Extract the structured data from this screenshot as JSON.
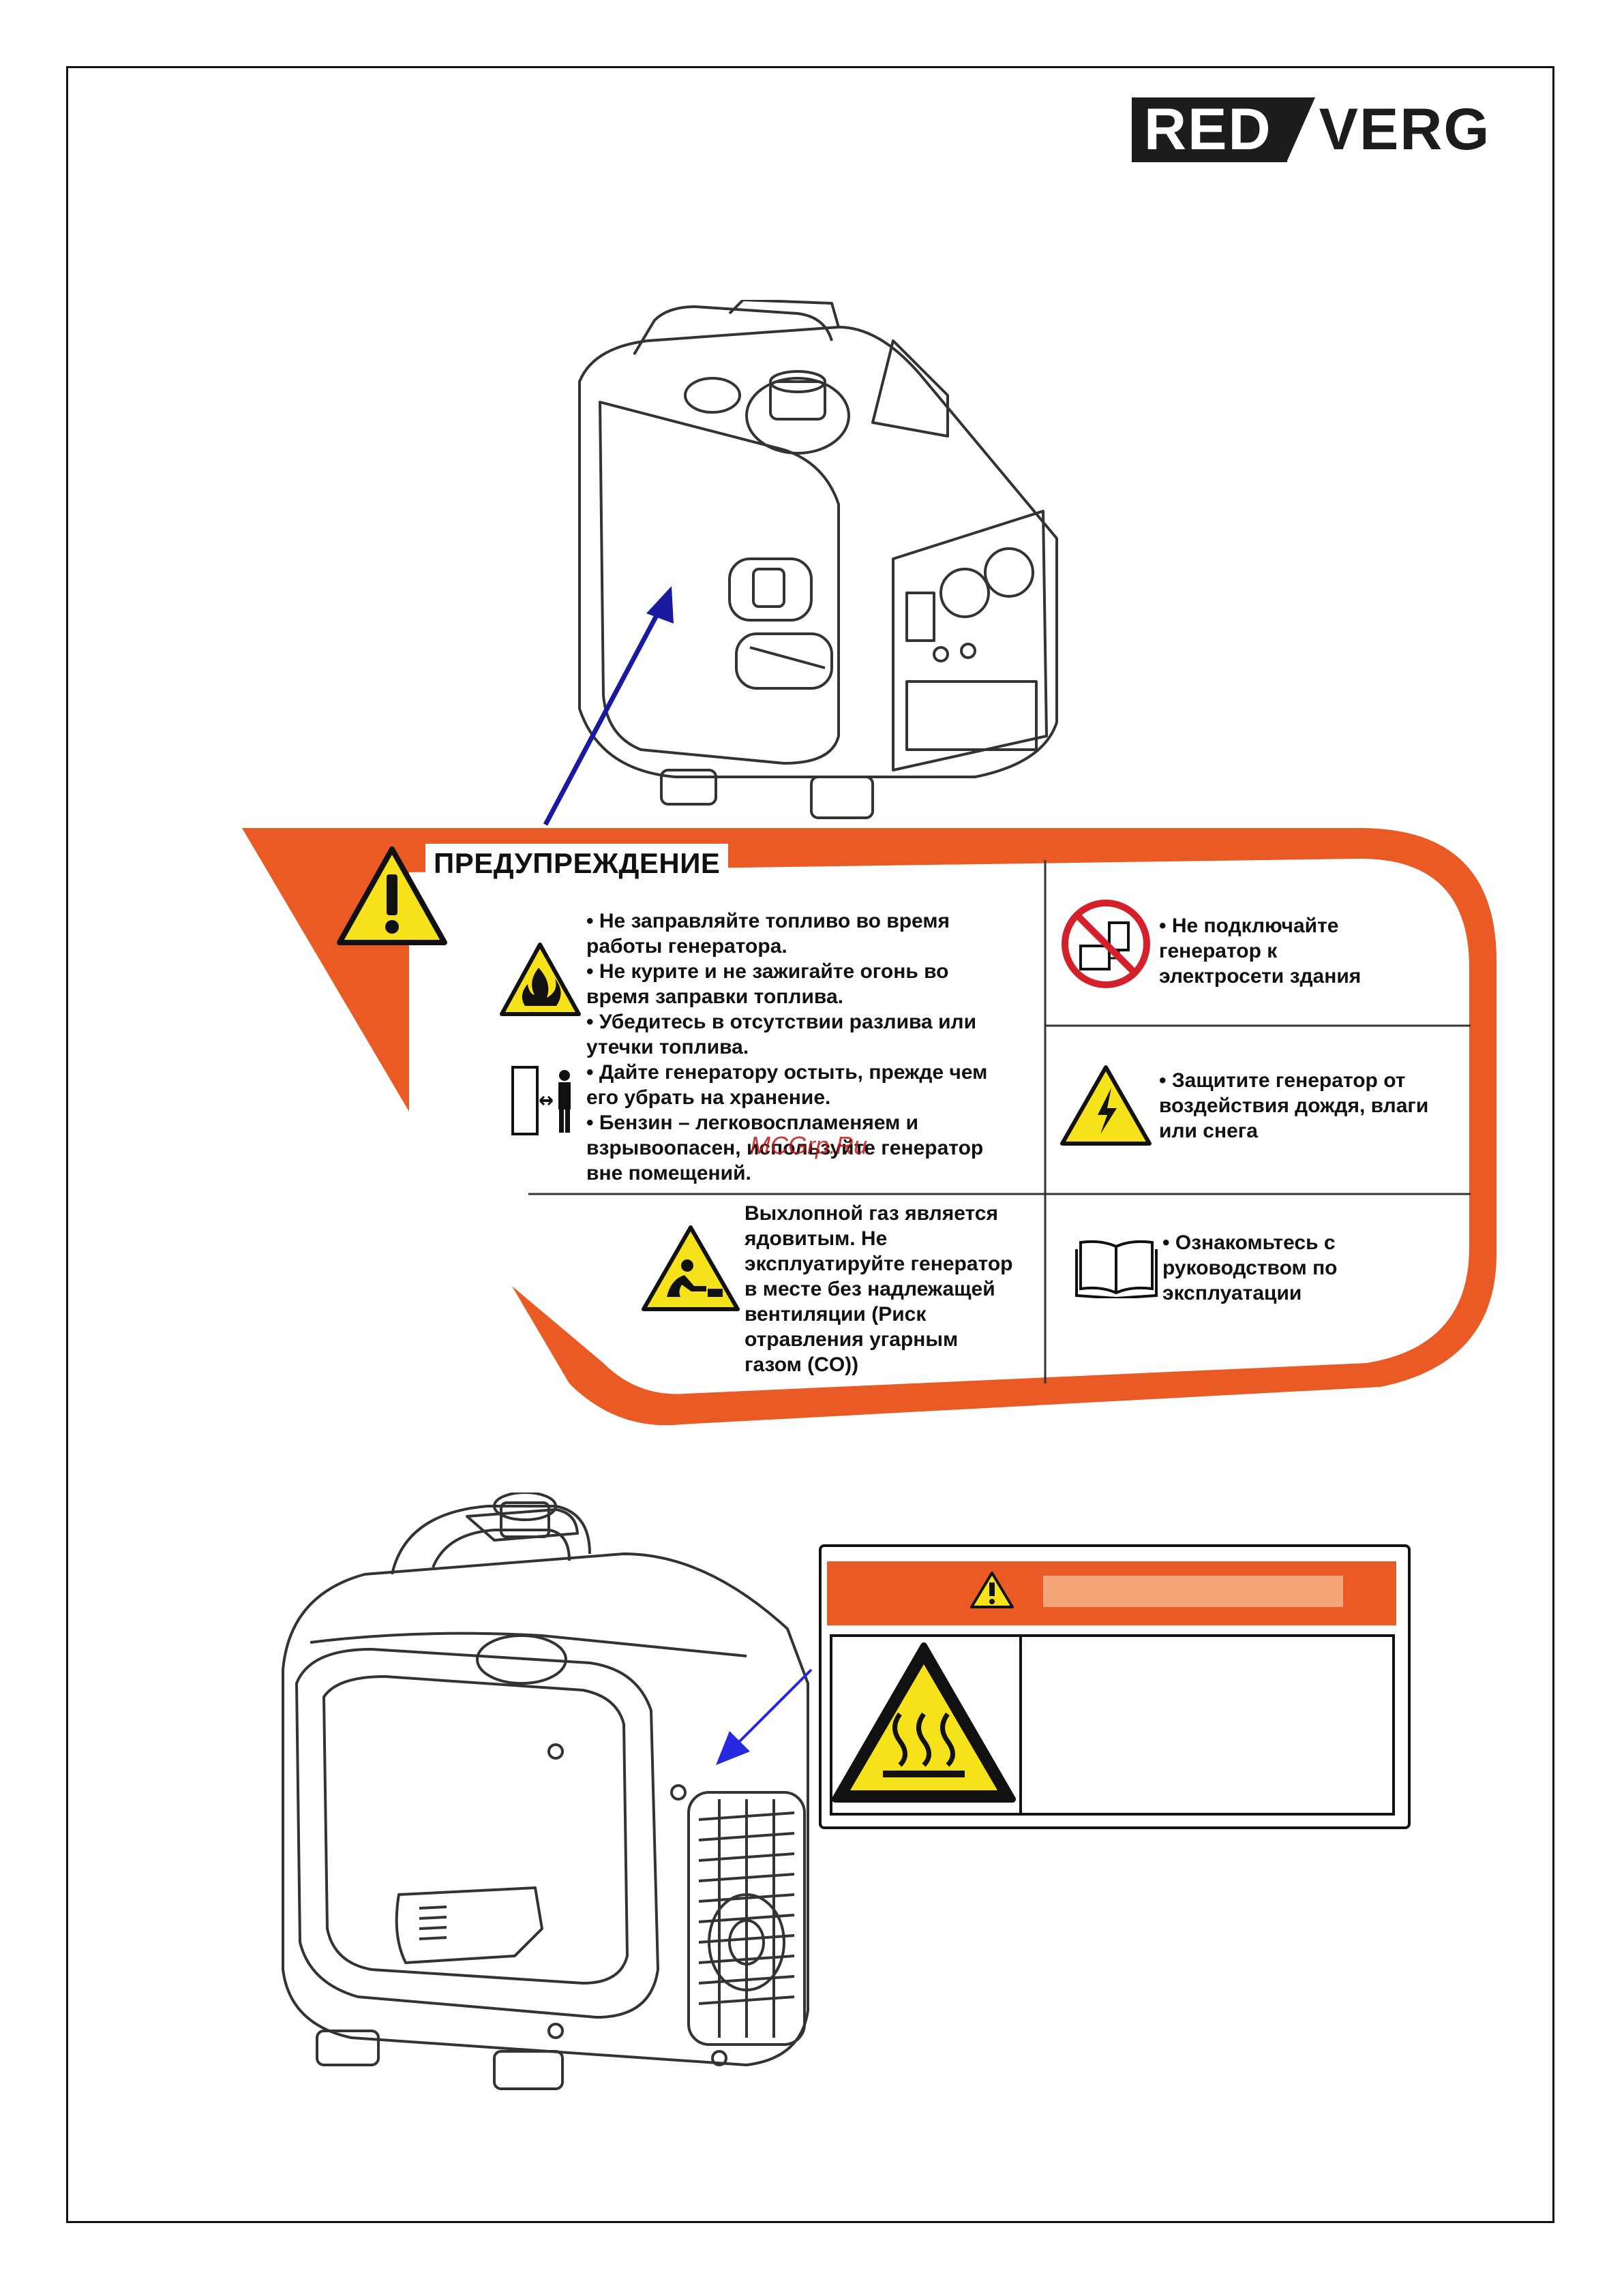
{
  "logo": {
    "left": "RED",
    "right": "VERG"
  },
  "fuel_label": {
    "heading": "ПРЕДУПРЕЖДЕНИЕ",
    "fuel_warnings": [
      "• Не заправляйте топливо во время",
      "работы генератора.",
      "• Не курите и не зажигайте огонь во",
      "время заправки топлива.",
      "• Убедитесь в отсутствии разлива или",
      "утечки топлива.",
      "• Дайте генератору остыть, прежде чем",
      "его убрать на хранение.",
      "• Бензин – легковоспламеняем и",
      "взрывоопасен, используйте генератор",
      "вне помещений."
    ],
    "grid_warning": [
      "• Не подключайте",
      "генератор к",
      "электросети здания"
    ],
    "rain_warning": [
      "• Защитите генератор от",
      "воздействия дождя, влаги",
      "или снега"
    ],
    "exhaust_warning": [
      "Выхлопной газ является",
      "ядовитым. Не",
      "эксплуатируйте генератор",
      "в месте без надлежащей",
      "вентиляции (Риск",
      "отравления угарным",
      "газом (CO))"
    ],
    "manual_warning": [
      "• Ознакомьтесь с",
      "руководством по",
      "эксплуатации"
    ],
    "watermark": "MCGrp.Ru"
  },
  "colors": {
    "orange": "#ea5a25",
    "yellow": "#f5e21a",
    "border": "#111111",
    "arrow": "#1a1aa0"
  }
}
